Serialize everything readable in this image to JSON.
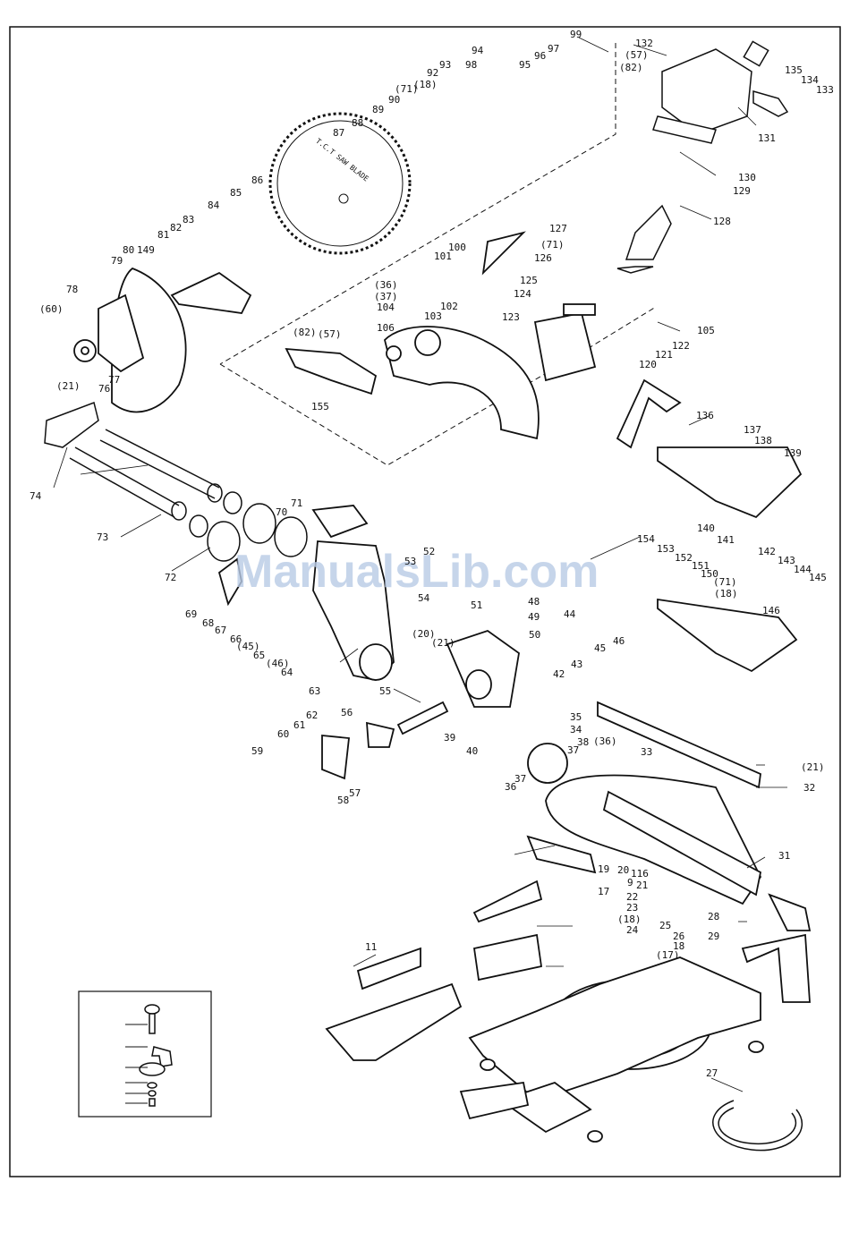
{
  "watermark": "ManualsLib.com",
  "blade_text": "T.C.T SAW BLADE",
  "colors": {
    "ink": "#111111",
    "paper": "#ffffff",
    "watermark": "#b9cbe6"
  },
  "labels": {
    "l99": "99",
    "l132": "132",
    "l97": "97",
    "l94": "94",
    "l57a": "(57)",
    "l82a": "(82)",
    "l135": "135",
    "l134": "134",
    "l133": "133",
    "l96": "96",
    "l95": "95",
    "l93": "93",
    "l98": "98",
    "l92": "92",
    "l18a": "(18)",
    "l71a": "(71)",
    "l90": "90",
    "l89": "89",
    "l131": "131",
    "l88": "88",
    "l87": "87",
    "l130": "130",
    "l129": "129",
    "l86": "86",
    "l85": "85",
    "l128": "128",
    "l84": "84",
    "l83": "83",
    "l82": "82",
    "l81": "81",
    "l149": "149",
    "l80": "80",
    "l79": "79",
    "l127": "127",
    "l71b": "(71)",
    "l126": "126",
    "l100": "100",
    "l101": "101",
    "l125": "125",
    "l124": "124",
    "l78": "78",
    "l36a": "(36)",
    "l37a": "(37)",
    "l104": "104",
    "l102": "102",
    "l103": "103",
    "l106": "106",
    "l123": "123",
    "l60a": "(60)",
    "l105": "105",
    "l122": "122",
    "l121": "121",
    "l120": "120",
    "l82b": "(82)",
    "l57b": "(57)",
    "l77": "77",
    "l76": "76",
    "l155": "155",
    "l21a": "(21)",
    "l136": "136",
    "l137": "137",
    "l138": "138",
    "l139": "139",
    "l74": "74",
    "l73": "73",
    "l71": "71",
    "l70": "70",
    "l52": "52",
    "l53": "53",
    "l154": "154",
    "l153": "153",
    "l140": "140",
    "l141": "141",
    "l152": "152",
    "l151": "151",
    "l150": "150",
    "l142": "142",
    "l143": "143",
    "l144": "144",
    "l145": "145",
    "l71c": "(71)",
    "l18b": "(18)",
    "l72": "72",
    "l69": "69",
    "l68": "68",
    "l54": "54",
    "l48": "48",
    "l49": "49",
    "l51": "51",
    "l67": "67",
    "l66": "66",
    "l45a": "(45)",
    "l65": "65",
    "l46a": "(46)",
    "l64": "64",
    "l20a": "(20)",
    "l21b": "(21)",
    "l44": "44",
    "l50": "50",
    "l45": "45",
    "l46": "46",
    "l146": "146",
    "l42": "42",
    "l43": "43",
    "l63": "63",
    "l55": "55",
    "l56": "56",
    "l62": "62",
    "l61": "61",
    "l60": "60",
    "l59": "59",
    "l58": "58",
    "l57": "57",
    "l39": "39",
    "l40": "40",
    "l35": "35",
    "l34": "34",
    "l37b": "37",
    "l38": "38",
    "l36b": "(36)",
    "l33": "33",
    "l37c": "37",
    "l36c": "36",
    "l21c": "(21)",
    "l32": "32",
    "l31": "31",
    "l19": "19",
    "l17": "17",
    "l20b": "20",
    "l116": "116",
    "l9": "9",
    "l21d": "21",
    "l22": "22",
    "l23": "23",
    "l18c": "(18)",
    "l24": "24",
    "l25": "25",
    "l26": "26",
    "l18d": "18",
    "l28": "28",
    "l29": "29",
    "l17b": "(17)",
    "l11": "11",
    "l27": "27"
  }
}
